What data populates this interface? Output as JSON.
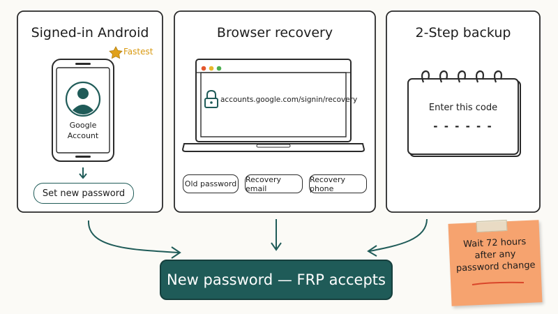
{
  "panels": {
    "android": {
      "title": "Signed-in Android",
      "badge": "Fastest",
      "screen_text": "Google\nAccount",
      "action": "Set new password"
    },
    "browser": {
      "title": "Browser recovery",
      "url": "accounts.google.com/signin/recovery",
      "options": [
        "Old password",
        "Recovery email",
        "Recovery phone"
      ]
    },
    "backup": {
      "title": "2-Step backup",
      "code_prompt": "Enter this code",
      "code_placeholder": "- - - - - -"
    }
  },
  "result": {
    "label": "New password — FRP accepts"
  },
  "note": {
    "text": "Wait 72 hours after any password change"
  },
  "colors": {
    "teal": "#1f5b58",
    "star": "#e0a11b",
    "sticky": "#f6a36f",
    "accent_red": "#e4572e",
    "accent_yellow": "#e8b72c",
    "accent_green": "#4caf50"
  }
}
